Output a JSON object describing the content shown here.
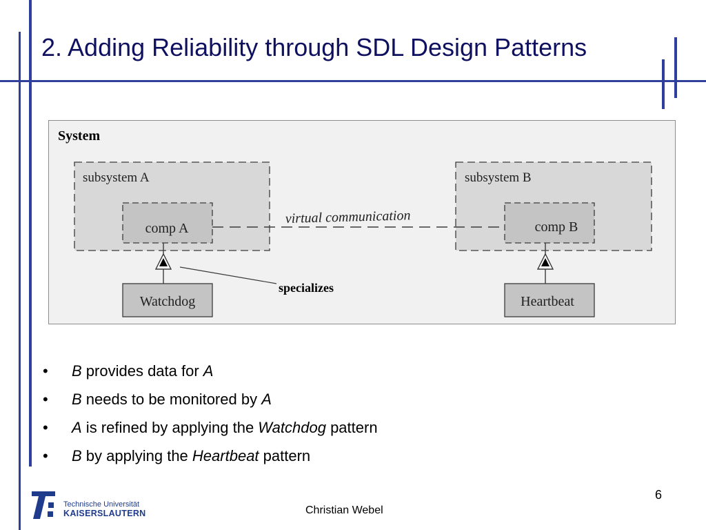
{
  "slide": {
    "title": "2. Adding Reliability through SDL Design Patterns",
    "author": "Christian Webel",
    "page_number": "6"
  },
  "diagram": {
    "system_label": "System",
    "subsystem_a_label": "subsystem A",
    "subsystem_b_label": "subsystem B",
    "comp_a_label": "comp A",
    "comp_b_label": "comp B",
    "virtual_communication_label": "virtual communication",
    "specializes_label": "specializes",
    "watchdog_label": "Watchdog",
    "heartbeat_label": "Heartbeat"
  },
  "bullets": [
    {
      "parts": [
        {
          "t": "B",
          "i": true
        },
        {
          "t": " provides data for ",
          "i": false
        },
        {
          "t": "A",
          "i": true
        }
      ]
    },
    {
      "parts": [
        {
          "t": "B",
          "i": true
        },
        {
          "t": " needs to be monitored by ",
          "i": false
        },
        {
          "t": "A",
          "i": true
        }
      ]
    },
    {
      "parts": [
        {
          "t": "A",
          "i": true
        },
        {
          "t": " is refined by applying the ",
          "i": false
        },
        {
          "t": "Watchdog",
          "i": true
        },
        {
          "t": " pattern",
          "i": false
        }
      ]
    },
    {
      "parts": [
        {
          "t": "B",
          "i": true
        },
        {
          "t": " by applying the ",
          "i": false
        },
        {
          "t": "Heartbeat",
          "i": true
        },
        {
          "t": " pattern",
          "i": false
        }
      ]
    }
  ],
  "logo": {
    "line1": "Technische Universität",
    "line2": "KAISERSLAUTERN"
  },
  "colors": {
    "accent": "#2e3f9e",
    "title_text": "#101060",
    "diagram_background": "#f1f1f1",
    "subsystem_fill": "#d8d8d8",
    "component_fill": "#c4c4c4",
    "logo_blue": "#1f3b8c"
  }
}
